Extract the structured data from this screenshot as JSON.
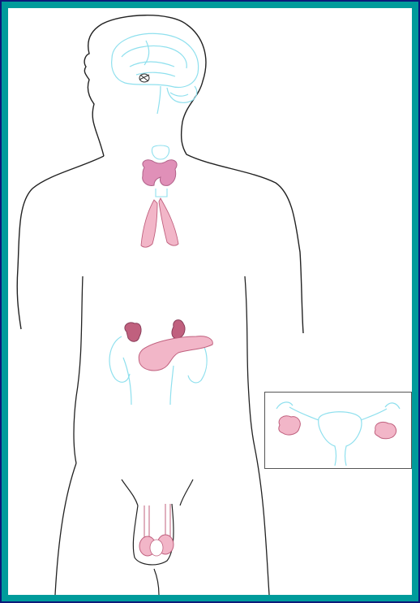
{
  "figure": {
    "subject": "",
    "colors": {
      "frame_outer": "#0c1a7a",
      "frame_border": "#009b9b",
      "body_outline": "#222222",
      "context_organs": "#8fe0ee",
      "gland_fill": "#f2b6c8",
      "gland_dark": "#c0607e",
      "thyroid_fill": "#e090b8"
    },
    "organs": [
      {
        "id": "brain",
        "icon": "brain-icon"
      },
      {
        "id": "pituitary",
        "icon": "pituitary-icon"
      },
      {
        "id": "thyroid",
        "icon": "thyroid-icon"
      },
      {
        "id": "thymus",
        "icon": "thymus-icon"
      },
      {
        "id": "adrenal-left",
        "icon": "adrenal-icon"
      },
      {
        "id": "adrenal-right",
        "icon": "adrenal-icon"
      },
      {
        "id": "pancreas",
        "icon": "pancreas-icon"
      },
      {
        "id": "kidneys",
        "icon": "kidney-icon"
      },
      {
        "id": "testes",
        "icon": "testis-icon"
      },
      {
        "id": "uterus-ovaries",
        "icon": "ovary-icon"
      }
    ]
  }
}
